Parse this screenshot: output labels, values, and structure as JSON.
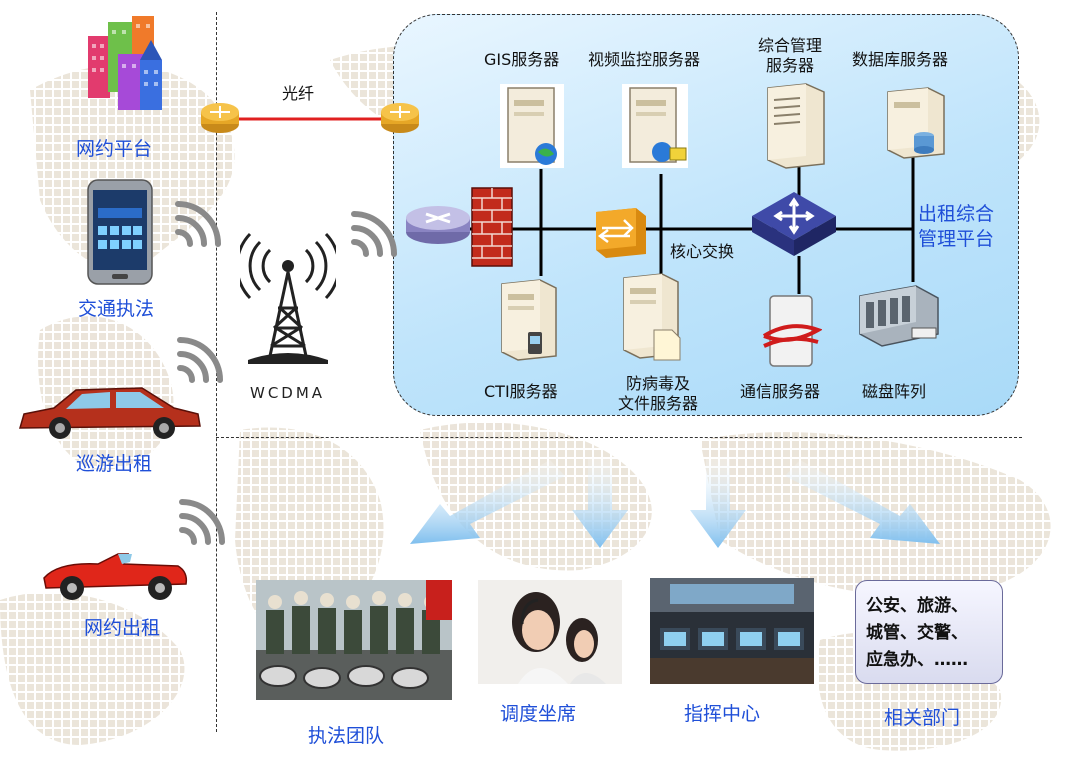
{
  "left_entities": {
    "ride_hailing_platform": "网约平台",
    "traffic_enforcement": "交通执法",
    "cruising_taxi": "巡游出租",
    "ride_hailing_taxi": "网约出租"
  },
  "network": {
    "fiber_label": "光纤",
    "wcdma_label": "WCDMA"
  },
  "platform": {
    "title_line1": "出租综合",
    "title_line2": "管理平台",
    "core_switch_label": "核心交换",
    "servers": {
      "gis": "GIS服务器",
      "video": "视频监控服务器",
      "mgmt_line1": "综合管理",
      "mgmt_line2": "服务器",
      "database": "数据库服务器",
      "cti": "CTI服务器",
      "antivirus_line1": "防病毒及",
      "antivirus_line2": "文件服务器",
      "comm": "通信服务器",
      "disk_array": "磁盘阵列"
    }
  },
  "bottom": {
    "enforcement_team": "执法团队",
    "dispatch_seat": "调度坐席",
    "command_center": "指挥中心",
    "related_depts": "相关部门",
    "dept_lines": [
      "公安、旅游、",
      "城管、交警、",
      "应急办、……"
    ]
  },
  "colors": {
    "label_blue": "#1f4fd8",
    "fiber_red": "#e02020",
    "platform_bg": "#bfe4fb",
    "arrow_blue": "#8fc8f2"
  }
}
